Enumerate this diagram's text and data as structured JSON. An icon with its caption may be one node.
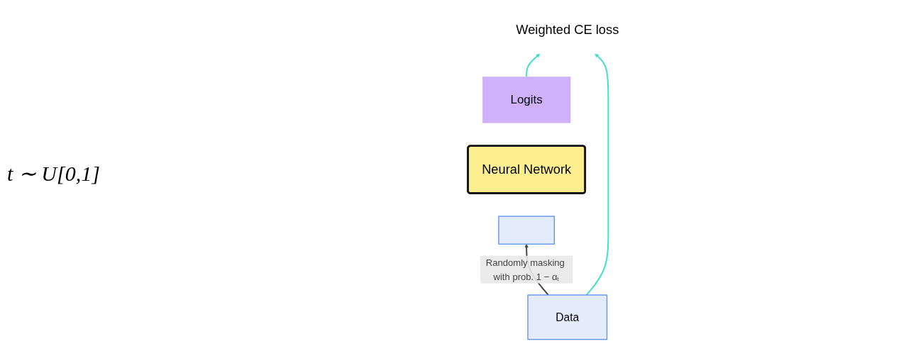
{
  "diagram": {
    "nodes": [
      {
        "text": [
          "Logits"
        ]
      },
      {
        "text": [
          "Neural Network"
        ]
      },
      {
        "text": [],
        "shape": "bar"
      },
      {
        "text": [
          "Data"
        ]
      },
      {
        "text": [
          "Weighted CE loss"
        ]
      }
    ],
    "edges": [
      {
        "from": 0,
        "to": 4,
        "arrow": "to",
        "color": "#40e0c8"
      },
      {
        "from": 3,
        "to": 4,
        "arrow": "to",
        "color": "#40e0c8"
      },
      {
        "from": 3,
        "to": 2,
        "arrow": "to",
        "label": "Randomly masking with prob. 1 − αₜ",
        "color": "#444444"
      }
    ],
    "labels": [
      "t ∼ U[0,1]"
    ]
  }
}
